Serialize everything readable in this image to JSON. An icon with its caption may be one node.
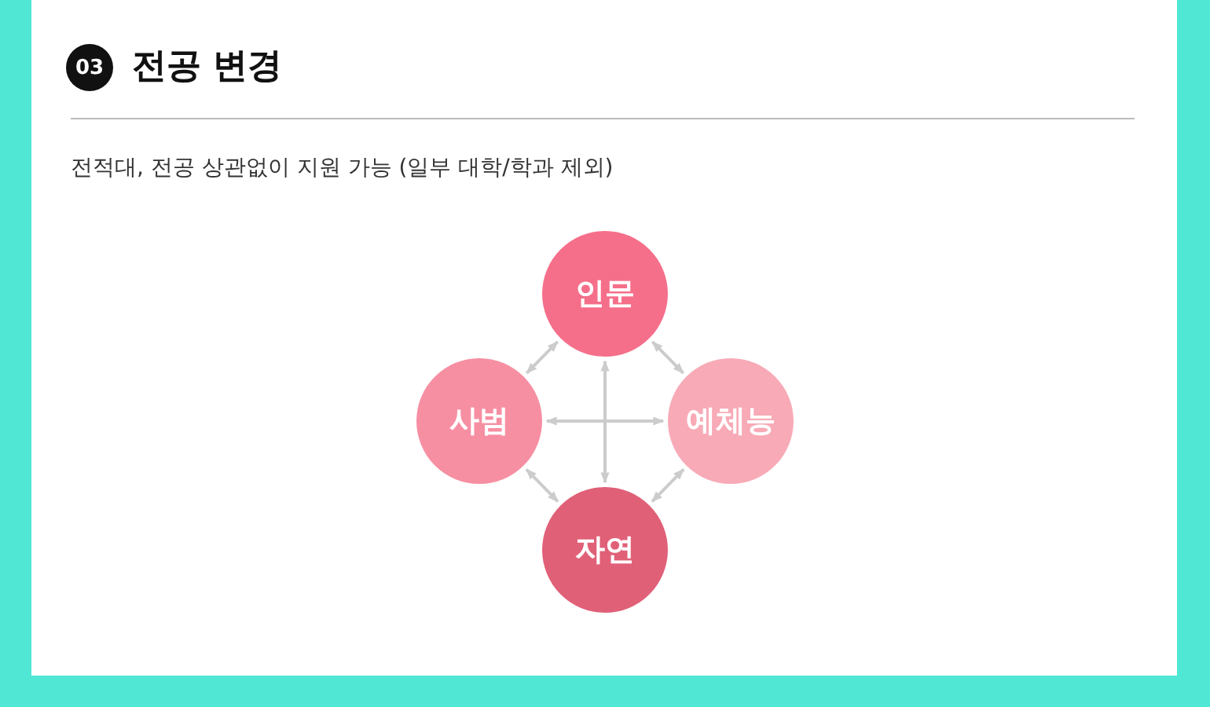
{
  "diagram": {
    "title": "전공 변경",
    "nodes": [
      {
        "text": [
          "인문"
        ]
      },
      {
        "text": [
          "사범"
        ]
      },
      {
        "text": [
          "예체능"
        ]
      },
      {
        "text": [
          "자연"
        ]
      }
    ],
    "edges": [
      {
        "from": 0,
        "to": 1,
        "arrow": "both"
      },
      {
        "from": 0,
        "to": 2,
        "arrow": "both"
      },
      {
        "from": 1,
        "to": 3,
        "arrow": "both"
      },
      {
        "from": 2,
        "to": 3,
        "arrow": "both"
      },
      {
        "from": 0,
        "to": 3,
        "arrow": "both"
      },
      {
        "from": 1,
        "to": 2,
        "arrow": "both"
      }
    ],
    "labels": [
      "03",
      "전적대, 전공 상관없이 지원 가능 (일부 대학/학과 제외)"
    ]
  }
}
